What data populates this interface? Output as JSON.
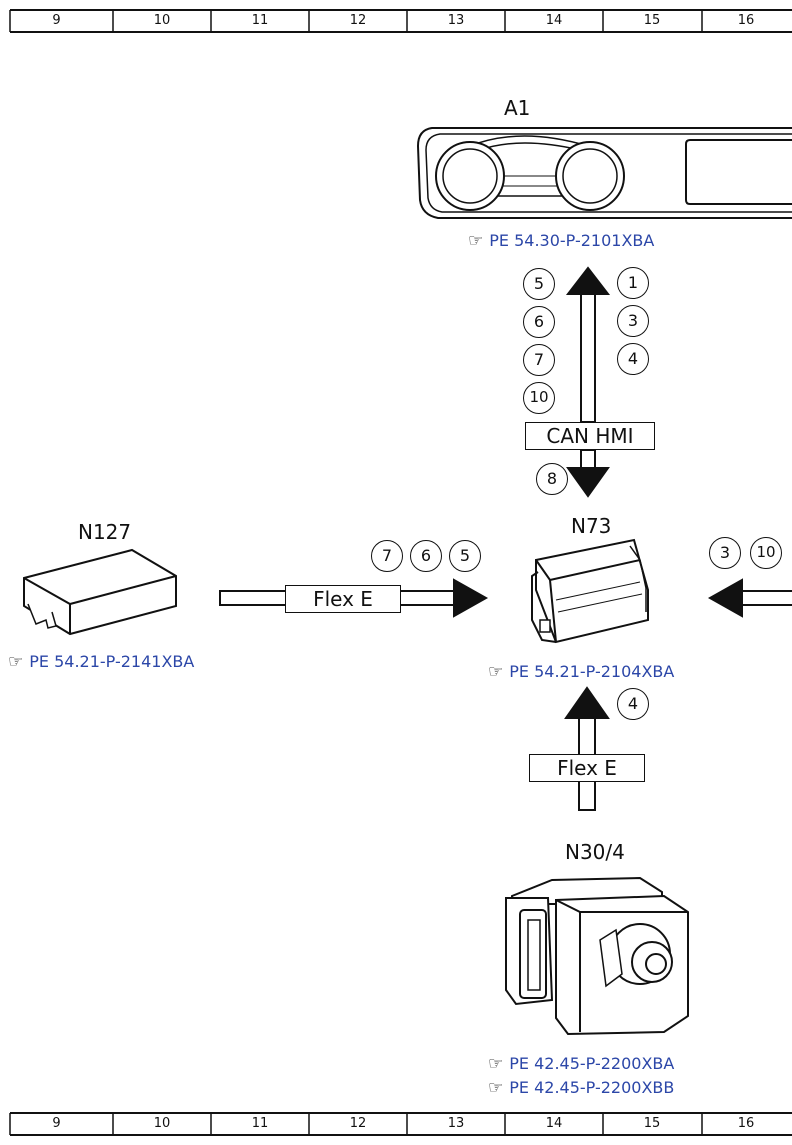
{
  "grid": {
    "columns": [
      "9",
      "10",
      "11",
      "12",
      "13",
      "14",
      "15",
      "16"
    ]
  },
  "components": {
    "a1": {
      "label": "A1",
      "refs": [
        "PE 54.30-P-2101XBA"
      ]
    },
    "n127": {
      "label": "N127",
      "refs": [
        "PE 54.21-P-2141XBA"
      ]
    },
    "n73": {
      "label": "N73",
      "refs": [
        "PE 54.21-P-2104XBA"
      ]
    },
    "n304": {
      "label": "N30/4",
      "refs": [
        "PE 42.45-P-2200XBA",
        "PE 42.45-P-2200XBB"
      ]
    }
  },
  "connections": {
    "can_hmi": {
      "bus": "CAN HMI",
      "up_signals": [
        "1",
        "3",
        "4"
      ],
      "left_signals": [
        "5",
        "6",
        "7",
        "10"
      ],
      "down_signals": [
        "8"
      ]
    },
    "flex_left": {
      "bus": "Flex E",
      "signals": [
        "7",
        "6",
        "5"
      ]
    },
    "flex_bottom": {
      "bus": "Flex E",
      "signals": [
        "4"
      ]
    },
    "right_input": {
      "signals": [
        "3",
        "10"
      ]
    }
  },
  "icons": {
    "reference": "pointing-hand-icon"
  }
}
